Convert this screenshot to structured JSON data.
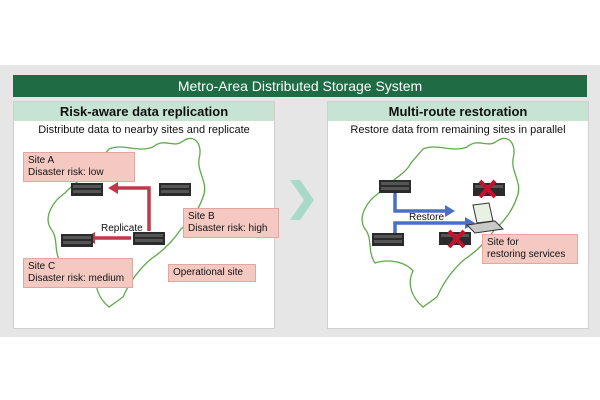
{
  "title": "Metro-Area Distributed Storage System",
  "left_panel": {
    "heading": "Risk-aware data replication",
    "subtitle": "Distribute data to nearby sites and replicate",
    "site_a": {
      "line1": "Site A",
      "line2": "Disaster risk: low"
    },
    "site_b": {
      "line1": "Site B",
      "line2": "Disaster risk: high"
    },
    "site_c": {
      "line1": "Site C",
      "line2": "Disaster risk: medium"
    },
    "replicate_label": "Replicate",
    "operational_label": "Operational site"
  },
  "right_panel": {
    "heading": "Multi-route restoration",
    "subtitle": "Restore data from remaining sites in parallel",
    "restore_label": "Restore",
    "restoring_site": {
      "line1": "Site for",
      "line2": "restoring services"
    }
  },
  "colors": {
    "title_bar": "#1f6b43",
    "panel_header": "#c6e3d3",
    "replicate_arrow": "#c0394b",
    "restore_arrow": "#4a6fc9",
    "callout": "#f3c9c2",
    "failure_mark": "#c8102e",
    "map_outline": "#5fa84a"
  }
}
